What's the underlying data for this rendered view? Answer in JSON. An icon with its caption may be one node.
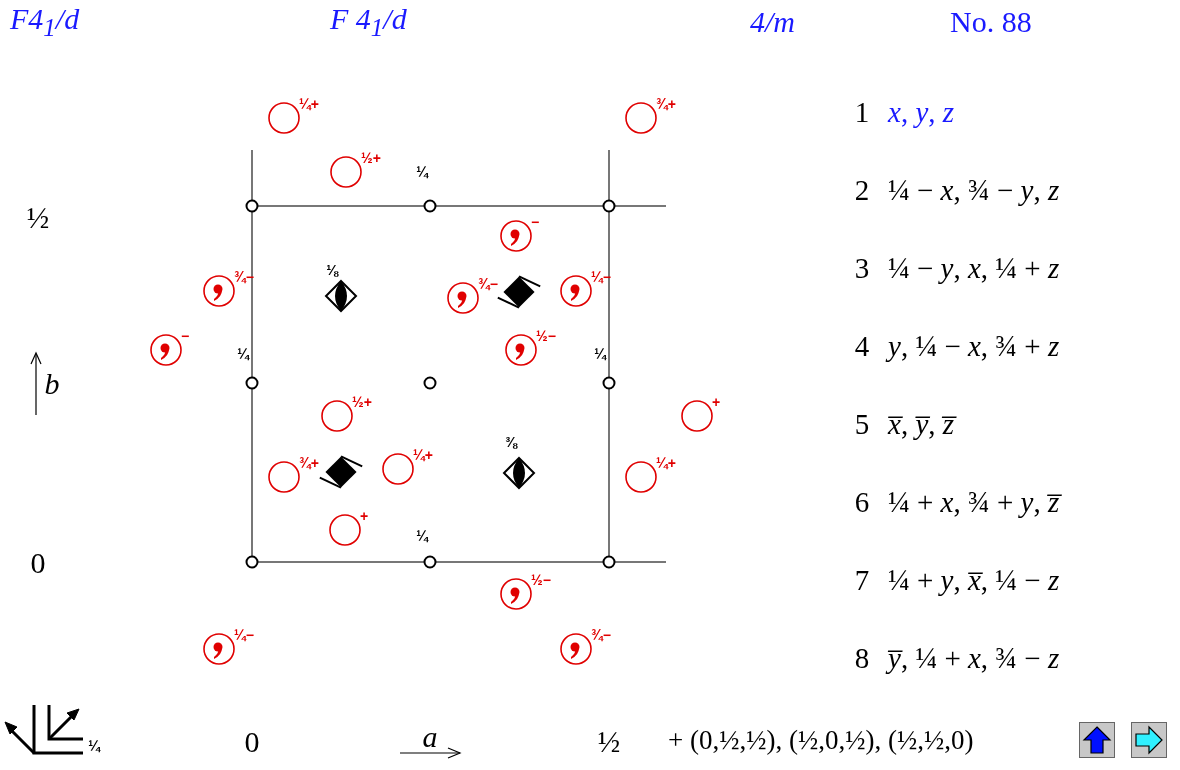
{
  "diagram": {
    "labels": [
      "F4$_{1}$/d",
      "F 4$_{1}$/d",
      "4/m",
      "No. 88",
      "¼+",
      "¾+",
      "½+",
      "¼",
      "½",
      "−",
      "⅛",
      "¾−",
      "¾−",
      "¼−",
      "−",
      "¼",
      "½−",
      "¼",
      "*b*",
      "½+",
      "+",
      "⅜",
      "¾+",
      "¼+",
      "¼+",
      "+",
      "¼",
      "0",
      "½−",
      "¼−",
      "¾−",
      "¼",
      "0",
      "*a*",
      "½",
      "+ (0,½,½), (½,0,½), (½,½,0)",
      "1",
      "*x*, *y*, *z*",
      "2",
      "¼ − *x*, ¾ − *y*, *z*",
      "3",
      "¼ − *y*, *x*, ¼ + *z*",
      "4",
      "*y*, ¼ − *x*, ¾ + *z*",
      "5",
      "*x̅*, *y̅*, *z̅*",
      "6",
      "¼ + *x*, ¾ + *y*, *z̅*",
      "7",
      "¼ + *y*, *x̅*, ¼ − *z*",
      "8",
      "*y̅*, ¼ + *x*, ¾ − *z*"
    ]
  }
}
